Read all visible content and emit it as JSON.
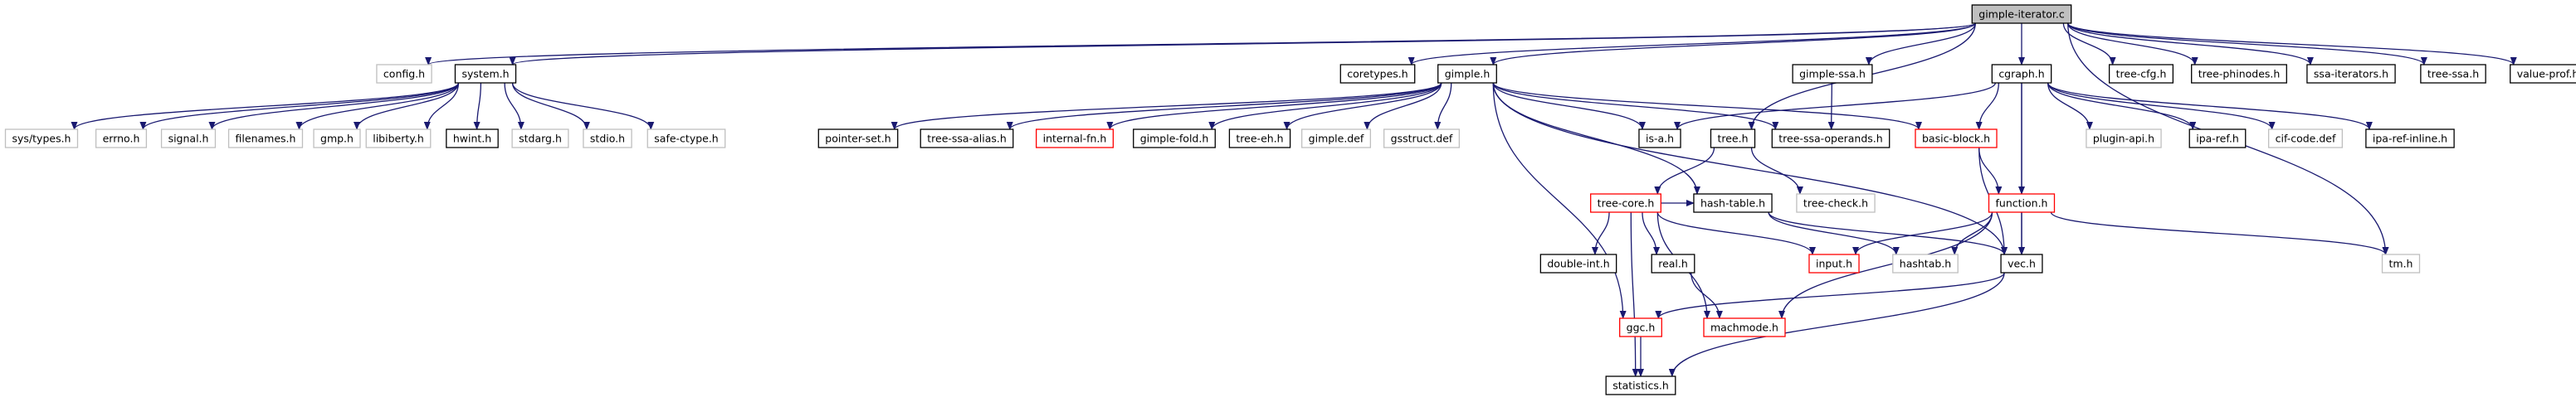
{
  "graph": {
    "root": "gimple-iterator.c",
    "nodes": [
      {
        "id": "gimple-iterator.c",
        "style": "root"
      },
      {
        "id": "config.h",
        "style": "missing"
      },
      {
        "id": "system.h",
        "style": "plain"
      },
      {
        "id": "coretypes.h",
        "style": "plain"
      },
      {
        "id": "gimple.h",
        "style": "plain"
      },
      {
        "id": "gimple-ssa.h",
        "style": "plain"
      },
      {
        "id": "cgraph.h",
        "style": "plain"
      },
      {
        "id": "tree-cfg.h",
        "style": "plain"
      },
      {
        "id": "tree-phinodes.h",
        "style": "plain"
      },
      {
        "id": "ssa-iterators.h",
        "style": "plain"
      },
      {
        "id": "tree-ssa.h",
        "style": "plain"
      },
      {
        "id": "value-prof.h",
        "style": "plain"
      },
      {
        "id": "sys/types.h",
        "style": "missing"
      },
      {
        "id": "errno.h",
        "style": "missing"
      },
      {
        "id": "signal.h",
        "style": "missing"
      },
      {
        "id": "filenames.h",
        "style": "missing"
      },
      {
        "id": "gmp.h",
        "style": "missing"
      },
      {
        "id": "libiberty.h",
        "style": "missing"
      },
      {
        "id": "hwint.h",
        "style": "plain"
      },
      {
        "id": "stdarg.h",
        "style": "missing"
      },
      {
        "id": "stdio.h",
        "style": "missing"
      },
      {
        "id": "safe-ctype.h",
        "style": "missing"
      },
      {
        "id": "pointer-set.h",
        "style": "plain"
      },
      {
        "id": "tree-ssa-alias.h",
        "style": "plain"
      },
      {
        "id": "internal-fn.h",
        "style": "truncated"
      },
      {
        "id": "gimple-fold.h",
        "style": "plain"
      },
      {
        "id": "tree-eh.h",
        "style": "plain"
      },
      {
        "id": "gimple.def",
        "style": "missing"
      },
      {
        "id": "gsstruct.def",
        "style": "missing"
      },
      {
        "id": "is-a.h",
        "style": "plain"
      },
      {
        "id": "tree.h",
        "style": "plain"
      },
      {
        "id": "tree-ssa-operands.h",
        "style": "plain"
      },
      {
        "id": "basic-block.h",
        "style": "truncated"
      },
      {
        "id": "plugin-api.h",
        "style": "missing"
      },
      {
        "id": "ipa-ref.h",
        "style": "plain"
      },
      {
        "id": "cif-code.def",
        "style": "missing"
      },
      {
        "id": "ipa-ref-inline.h",
        "style": "plain"
      },
      {
        "id": "tree-core.h",
        "style": "truncated"
      },
      {
        "id": "hash-table.h",
        "style": "plain"
      },
      {
        "id": "tree-check.h",
        "style": "missing"
      },
      {
        "id": "function.h",
        "style": "truncated"
      },
      {
        "id": "double-int.h",
        "style": "plain"
      },
      {
        "id": "real.h",
        "style": "plain"
      },
      {
        "id": "input.h",
        "style": "truncated"
      },
      {
        "id": "hashtab.h",
        "style": "missing"
      },
      {
        "id": "vec.h",
        "style": "plain"
      },
      {
        "id": "tm.h",
        "style": "missing"
      },
      {
        "id": "machmode.h",
        "style": "truncated"
      },
      {
        "id": "ggc.h",
        "style": "truncated"
      },
      {
        "id": "statistics.h",
        "style": "plain"
      }
    ],
    "edges": [
      [
        "gimple-iterator.c",
        "config.h"
      ],
      [
        "gimple-iterator.c",
        "system.h"
      ],
      [
        "gimple-iterator.c",
        "coretypes.h"
      ],
      [
        "gimple-iterator.c",
        "gimple.h"
      ],
      [
        "gimple-iterator.c",
        "gimple-ssa.h"
      ],
      [
        "gimple-iterator.c",
        "cgraph.h"
      ],
      [
        "gimple-iterator.c",
        "tree-cfg.h"
      ],
      [
        "gimple-iterator.c",
        "tree-phinodes.h"
      ],
      [
        "gimple-iterator.c",
        "ssa-iterators.h"
      ],
      [
        "gimple-iterator.c",
        "tree-ssa.h"
      ],
      [
        "gimple-iterator.c",
        "value-prof.h"
      ],
      [
        "gimple-iterator.c",
        "tree.h"
      ],
      [
        "gimple-iterator.c",
        "tm.h"
      ],
      [
        "system.h",
        "sys/types.h"
      ],
      [
        "system.h",
        "errno.h"
      ],
      [
        "system.h",
        "signal.h"
      ],
      [
        "system.h",
        "filenames.h"
      ],
      [
        "system.h",
        "gmp.h"
      ],
      [
        "system.h",
        "libiberty.h"
      ],
      [
        "system.h",
        "hwint.h"
      ],
      [
        "system.h",
        "stdarg.h"
      ],
      [
        "system.h",
        "stdio.h"
      ],
      [
        "system.h",
        "safe-ctype.h"
      ],
      [
        "gimple.h",
        "pointer-set.h"
      ],
      [
        "gimple.h",
        "tree-ssa-alias.h"
      ],
      [
        "gimple.h",
        "internal-fn.h"
      ],
      [
        "gimple.h",
        "gimple-fold.h"
      ],
      [
        "gimple.h",
        "tree-eh.h"
      ],
      [
        "gimple.h",
        "gimple.def"
      ],
      [
        "gimple.h",
        "gsstruct.def"
      ],
      [
        "gimple.h",
        "is-a.h"
      ],
      [
        "gimple.h",
        "basic-block.h"
      ],
      [
        "gimple.h",
        "tree-ssa-operands.h"
      ],
      [
        "gimple.h",
        "hash-table.h"
      ],
      [
        "gimple.h",
        "vec.h"
      ],
      [
        "gimple.h",
        "ggc.h"
      ],
      [
        "gimple-ssa.h",
        "tree-ssa-operands.h"
      ],
      [
        "cgraph.h",
        "is-a.h"
      ],
      [
        "cgraph.h",
        "basic-block.h"
      ],
      [
        "cgraph.h",
        "plugin-api.h"
      ],
      [
        "cgraph.h",
        "ipa-ref.h"
      ],
      [
        "cgraph.h",
        "cif-code.def"
      ],
      [
        "cgraph.h",
        "ipa-ref-inline.h"
      ],
      [
        "cgraph.h",
        "function.h"
      ],
      [
        "cgraph.h",
        "vec.h"
      ],
      [
        "tree.h",
        "tree-core.h"
      ],
      [
        "tree.h",
        "tree-check.h"
      ],
      [
        "basic-block.h",
        "function.h"
      ],
      [
        "basic-block.h",
        "vec.h"
      ],
      [
        "tree-core.h",
        "hash-table.h"
      ],
      [
        "tree-core.h",
        "double-int.h"
      ],
      [
        "tree-core.h",
        "real.h"
      ],
      [
        "tree-core.h",
        "input.h"
      ],
      [
        "tree-core.h",
        "machmode.h"
      ],
      [
        "tree-core.h",
        "statistics.h"
      ],
      [
        "hash-table.h",
        "hashtab.h"
      ],
      [
        "hash-table.h",
        "vec.h"
      ],
      [
        "function.h",
        "input.h"
      ],
      [
        "function.h",
        "hashtab.h"
      ],
      [
        "function.h",
        "vec.h"
      ],
      [
        "function.h",
        "tm.h"
      ],
      [
        "function.h",
        "machmode.h"
      ],
      [
        "real.h",
        "machmode.h"
      ],
      [
        "vec.h",
        "ggc.h"
      ],
      [
        "vec.h",
        "statistics.h"
      ],
      [
        "ggc.h",
        "statistics.h"
      ]
    ]
  },
  "colors": {
    "edge": "#191970",
    "root_fill": "#bfbfbf",
    "plain_border": "#000000",
    "missing_border": "#bfbfbf",
    "truncated_border": "#ff0000"
  }
}
